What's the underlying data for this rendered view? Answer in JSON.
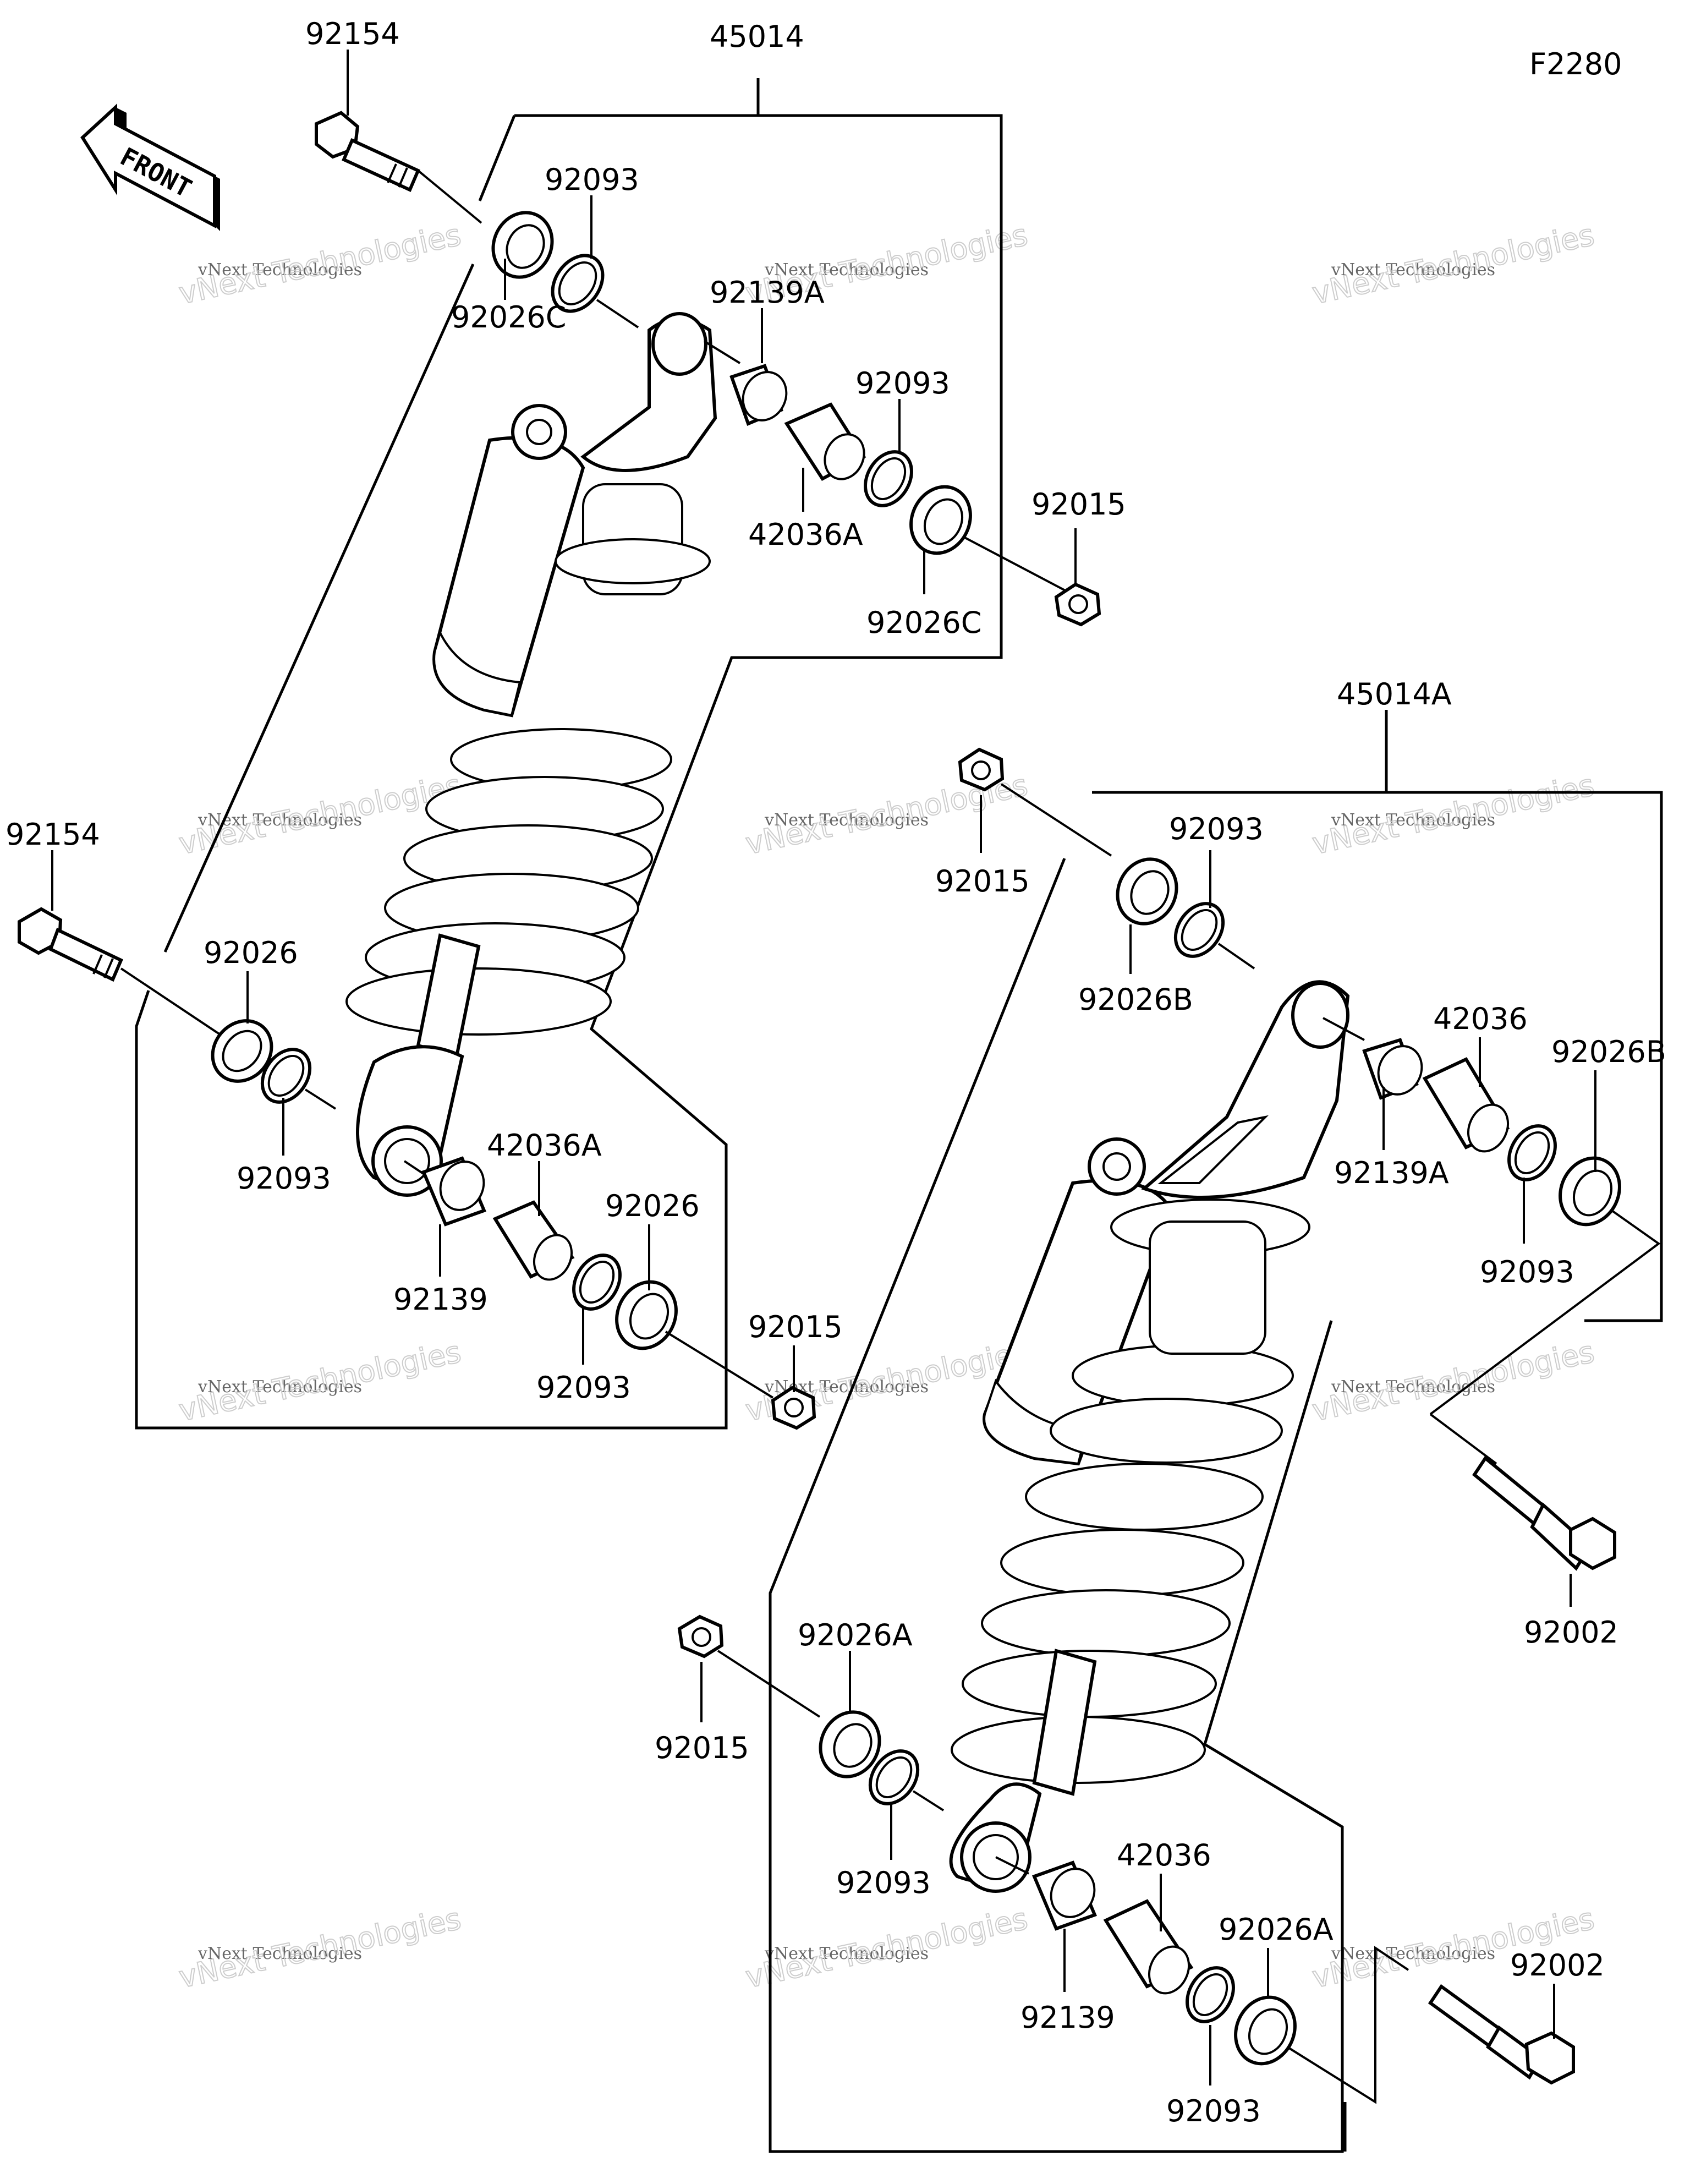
{
  "figure_code": "F2280",
  "front_label": "FRONT",
  "watermark": {
    "line1": "vNext Technologies",
    "line2": "vNext Technologies"
  },
  "assemblies": {
    "left": {
      "code": "45014"
    },
    "right": {
      "code": "45014A"
    }
  },
  "labels": {
    "l_bolt_top": "92154",
    "l_assy": "45014",
    "l_washer_top": "92093",
    "l_seal_top": "92026C",
    "l_bush_top": "92139A",
    "l_washer_top2": "92093",
    "l_collar_top": "42036A",
    "l_seal_top2": "92026C",
    "l_nut_top": "92015",
    "l_bolt_bot": "92154",
    "l_seal_bot": "92026",
    "l_washer_bot": "92093",
    "l_collar_bot": "42036A",
    "l_bush_bot": "92139",
    "l_seal_bot2": "92026",
    "l_washer_bot2": "92093",
    "l_nut_bot": "92015",
    "r_assy": "45014A",
    "r_nut_top": "92015",
    "r_washer_top": "92093",
    "r_seal_top": "92026B",
    "r_collar_top": "42036",
    "r_seal_top2": "92026B",
    "r_bush_top": "92139A",
    "r_washer_top2": "92093",
    "r_bolt_top": "92002",
    "r_seal_bot": "92026A",
    "r_nut_bot": "92015",
    "r_washer_bot": "92093",
    "r_collar_bot": "42036",
    "r_seal_bot2": "92026A",
    "r_bush_bot": "92139",
    "r_bolt_bot": "92002",
    "r_washer_bot2": "92093"
  }
}
